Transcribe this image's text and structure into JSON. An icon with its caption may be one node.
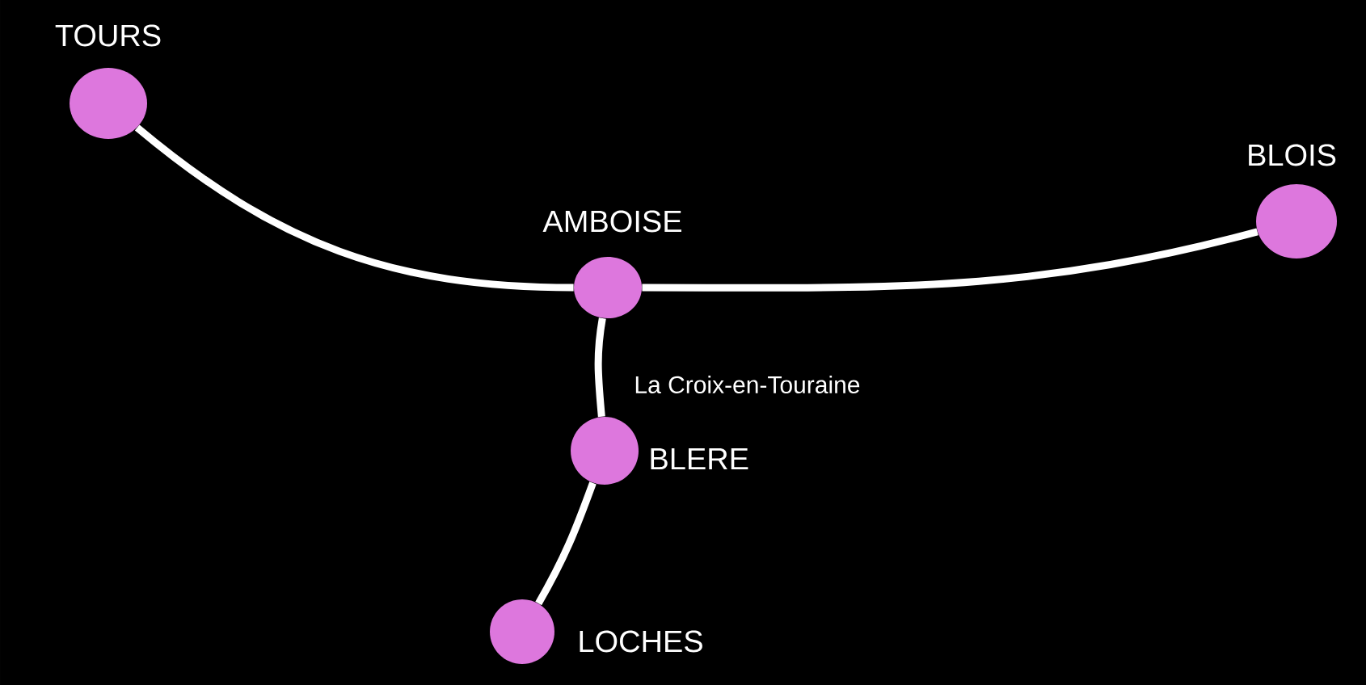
{
  "diagram": {
    "nodes": [
      {
        "text": [
          "TOURS"
        ]
      },
      {
        "text": [
          "AMBOISE"
        ]
      },
      {
        "text": [
          "BLOIS"
        ]
      },
      {
        "text": [
          "BLERE"
        ]
      },
      {
        "text": [
          "LOCHES"
        ]
      }
    ],
    "edges": [
      {
        "from": 0,
        "to": 1,
        "arrow": "none"
      },
      {
        "from": 1,
        "to": 2,
        "arrow": "none"
      },
      {
        "from": 1,
        "to": 3,
        "arrow": "none"
      },
      {
        "from": 3,
        "to": 4,
        "arrow": "none"
      }
    ],
    "labels": [
      "La Croix-en-Touraine"
    ]
  }
}
